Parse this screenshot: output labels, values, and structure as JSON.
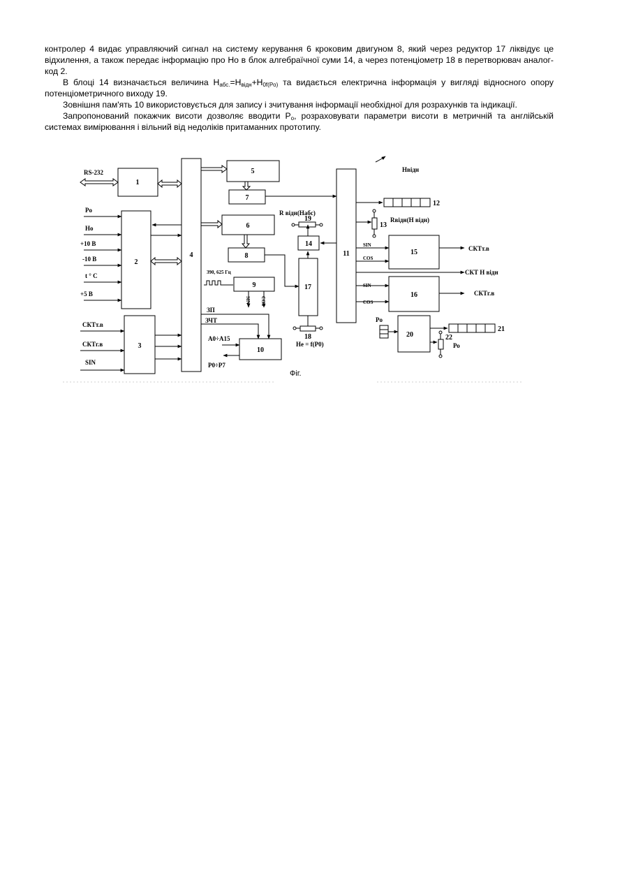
{
  "paragraphs": [
    {
      "indent": false,
      "text": "контролер 4 видає управляючий сигнал на систему керування 6 кроковим двигуном 8, який через редуктор 17 ліквідує це відхилення, а також передає інформацію про Но в блок алгебраїчної суми 14, а через потенціометр 18 в перетворювач аналог-код 2."
    },
    {
      "indent": true,
      "prefix": "В блоці 14 визначається величина Н",
      "sub1": "абс.",
      "mid1": "=Н",
      "sub2": "відн",
      "mid2": "+Н",
      "sub3": "0f(Po)",
      "suffix": " та видається електрична інформація у вигляді відносного опору потенціометричного виходу 19."
    },
    {
      "indent": true,
      "text": "Зовнішня пам'ять 10 використовується для запису і зчитування інформації необхідної для розрахунків та індикації."
    },
    {
      "indent": true,
      "prefix": "Запропонований покажчик висоти дозволяє вводити Р",
      "sub1": "о",
      "suffix": ", розраховувати параметри висоти в метричній та англійській системах вимірювання і вільний від недоліків притаманних прототипу."
    }
  ],
  "figure": {
    "caption": "Фіг.",
    "block_numbers": [
      "1",
      "2",
      "3",
      "4",
      "5",
      "6",
      "7",
      "8",
      "9",
      "10",
      "11",
      "12",
      "13",
      "14",
      "15",
      "16",
      "17",
      "18",
      "19",
      "20",
      "21",
      "22"
    ],
    "labels": {
      "rs232": "RS-232",
      "po": "Po",
      "ho": "Ho",
      "plus10": "+10 В",
      "minus10": "-10 В",
      "temp": "t ° C",
      "plus5": "+5 В",
      "skt_tv": "СКТт.в",
      "skt_gv": "СКТг.в",
      "sin": "SIN",
      "cos": "COS",
      "freq": "390, 625 Гц",
      "zp": "ЗП",
      "zcht": "ЗЧТ",
      "addr": "А0÷А15",
      "port": "Р0÷Р7",
      "h_vidn": "Нвідн",
      "r_vidn_habs": "R відн(Набс)",
      "r_vidn_h": "Rвідн(Н відн)",
      "he_f": "Не = f(P0)",
      "skt_h_vidn": "СКТ Н відн",
      "po_right": "Ро"
    }
  }
}
